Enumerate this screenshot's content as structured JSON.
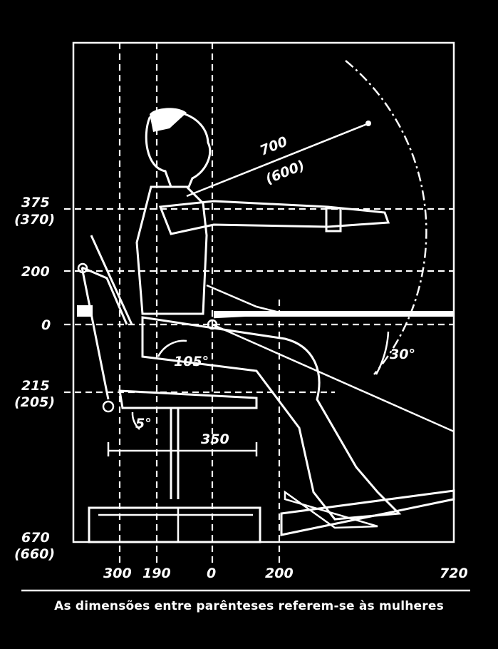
{
  "vertical_labels": {
    "v375": "375",
    "v370": "(370)",
    "v200": "200",
    "v0": "0",
    "v215": "215",
    "v205": "(205)",
    "v670": "670",
    "v660": "(660)"
  },
  "horizontal_labels": {
    "h300": "300",
    "h190": "190",
    "h0": "0",
    "h200": "200",
    "h720": "720"
  },
  "reach": {
    "men": "700",
    "women": "(600)"
  },
  "angles": {
    "backrest": "105°",
    "seat": "5°",
    "foot": "30°"
  },
  "seat_depth": "350",
  "caption": "As dimensões entre parênteses referem-se às mulheres",
  "colors": {
    "background": "#000000",
    "lines": "#ffffff"
  }
}
